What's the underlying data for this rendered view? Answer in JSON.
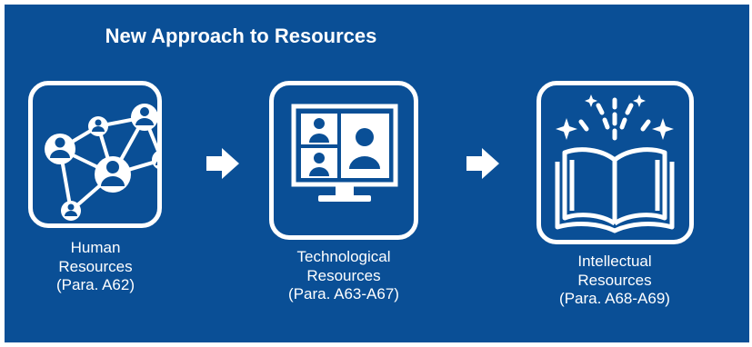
{
  "title": "New Approach to Resources",
  "colors": {
    "background": "#0a4f96",
    "foreground": "#ffffff"
  },
  "steps": [
    {
      "icon": "network-people-icon",
      "lines": [
        "Human",
        "Resources",
        "(Para. A62)"
      ]
    },
    {
      "icon": "video-conference-monitor-icon",
      "lines": [
        "Technological",
        "Resources",
        "(Para. A63-A67)"
      ]
    },
    {
      "icon": "open-book-sparkles-icon",
      "lines": [
        "Intellectual",
        "Resources",
        "(Para. A68-A69)"
      ]
    }
  ],
  "arrows": [
    "right-arrow-icon",
    "right-arrow-icon"
  ]
}
